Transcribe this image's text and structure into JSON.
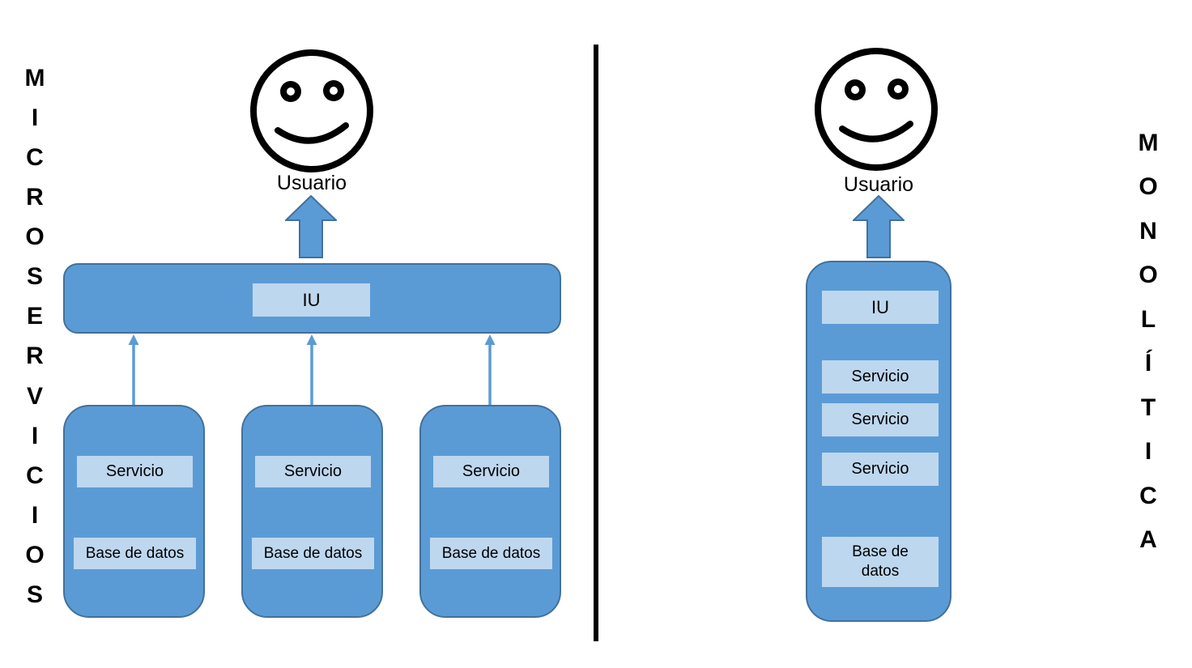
{
  "left_section": {
    "title": "MICROSERVICIOS",
    "letters": [
      "M",
      "I",
      "C",
      "R",
      "O",
      "S",
      "E",
      "R",
      "V",
      "I",
      "C",
      "I",
      "O",
      "S"
    ],
    "user_label": "Usuario",
    "ui_label": "IU",
    "services": [
      {
        "name": "Servicio",
        "database": "Base de datos"
      },
      {
        "name": "Servicio",
        "database": "Base de datos"
      },
      {
        "name": "Servicio",
        "database": "Base de datos"
      }
    ]
  },
  "right_section": {
    "title": "MONOLÍTICA",
    "letters": [
      "M",
      "O",
      "N",
      "O",
      "L",
      "Í",
      "T",
      "I",
      "C",
      "A"
    ],
    "user_label": "Usuario",
    "monolith": {
      "ui_label": "IU",
      "services": [
        "Servicio",
        "Servicio",
        "Servicio"
      ],
      "database": "Base de datos"
    }
  },
  "icons": {
    "user": "smiley-face-icon",
    "flow": "up-arrow-icon"
  },
  "colors": {
    "shape_fill": "#5B9BD5",
    "shape_border": "#41719C",
    "label_fill": "#BDD7EE",
    "divider": "#000000",
    "text": "#000000"
  }
}
